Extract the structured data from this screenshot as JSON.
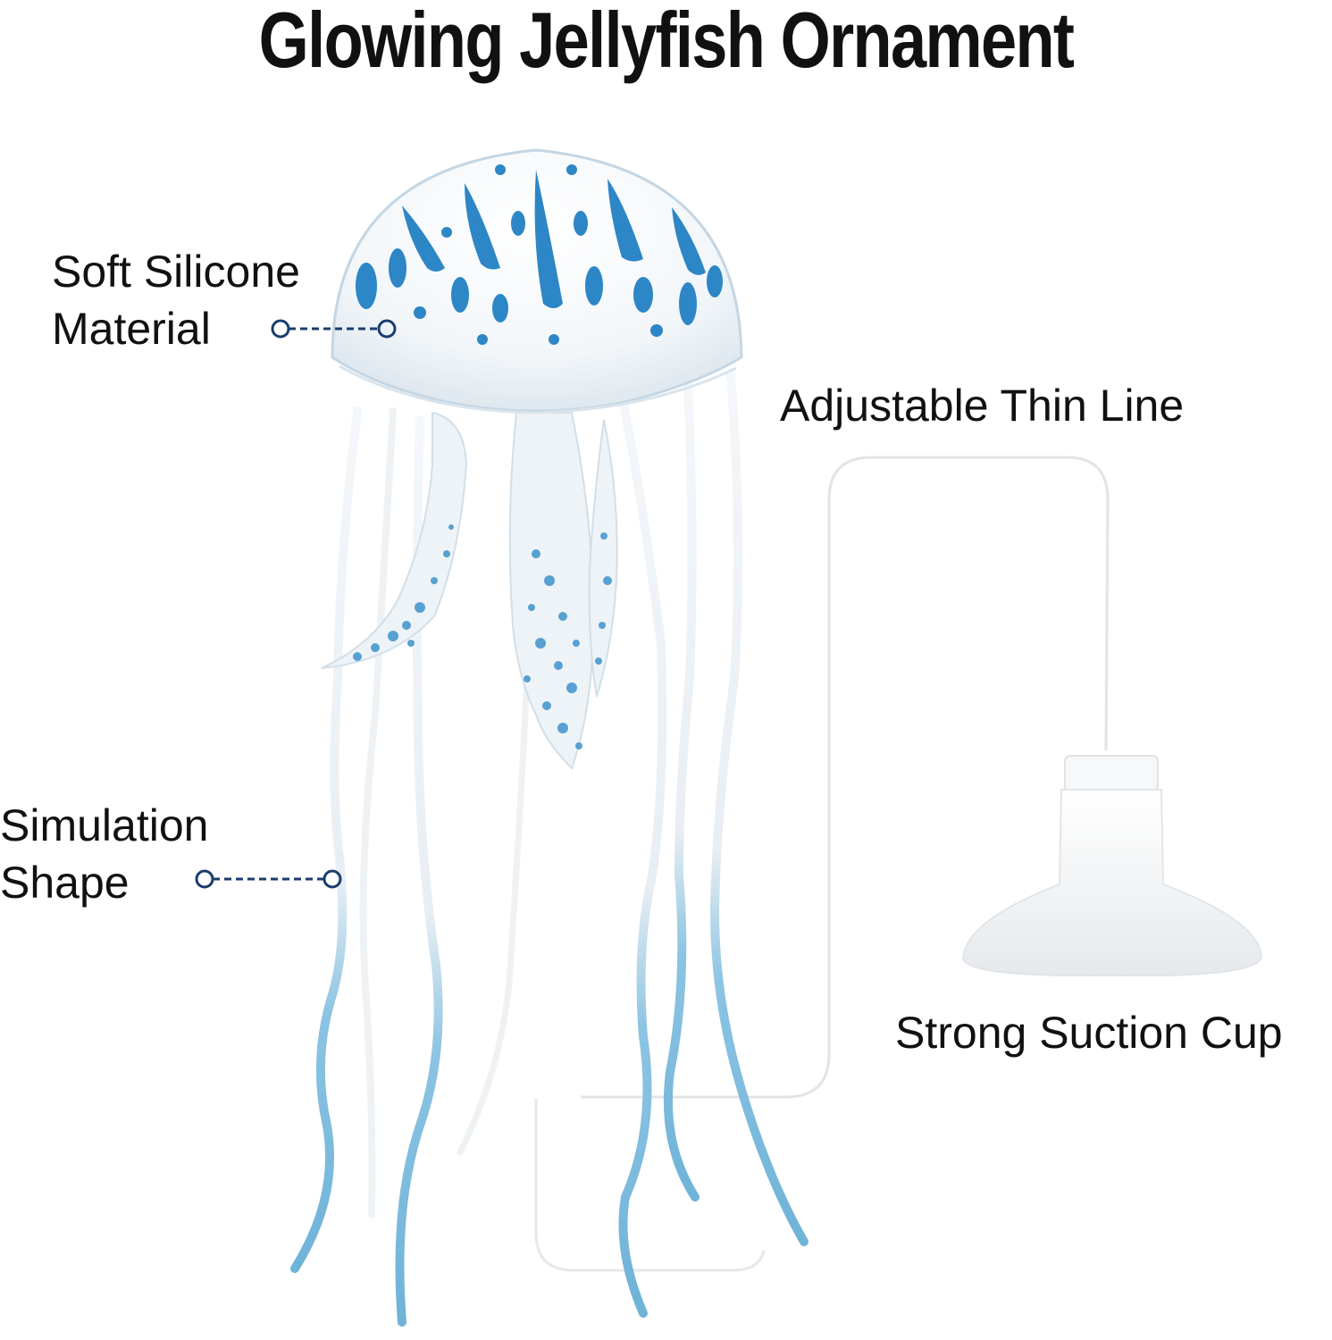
{
  "title": "Glowing Jellyfish Ornament",
  "labels": {
    "soft_silicone": [
      "Soft Silicone",
      "Material"
    ],
    "simulation_shape": [
      "Simulation",
      "Shape"
    ],
    "thin_line": "Adjustable Thin Line",
    "suction_cup": "Strong Suction Cup"
  },
  "colors": {
    "accent_blue": "#1f7fc4",
    "tentacle_blue": "#7fbfe0",
    "callout_blue": "#1a3d6e"
  },
  "icons": [
    "jellyfish-illustration",
    "suction-cup-illustration",
    "callout-connector"
  ]
}
